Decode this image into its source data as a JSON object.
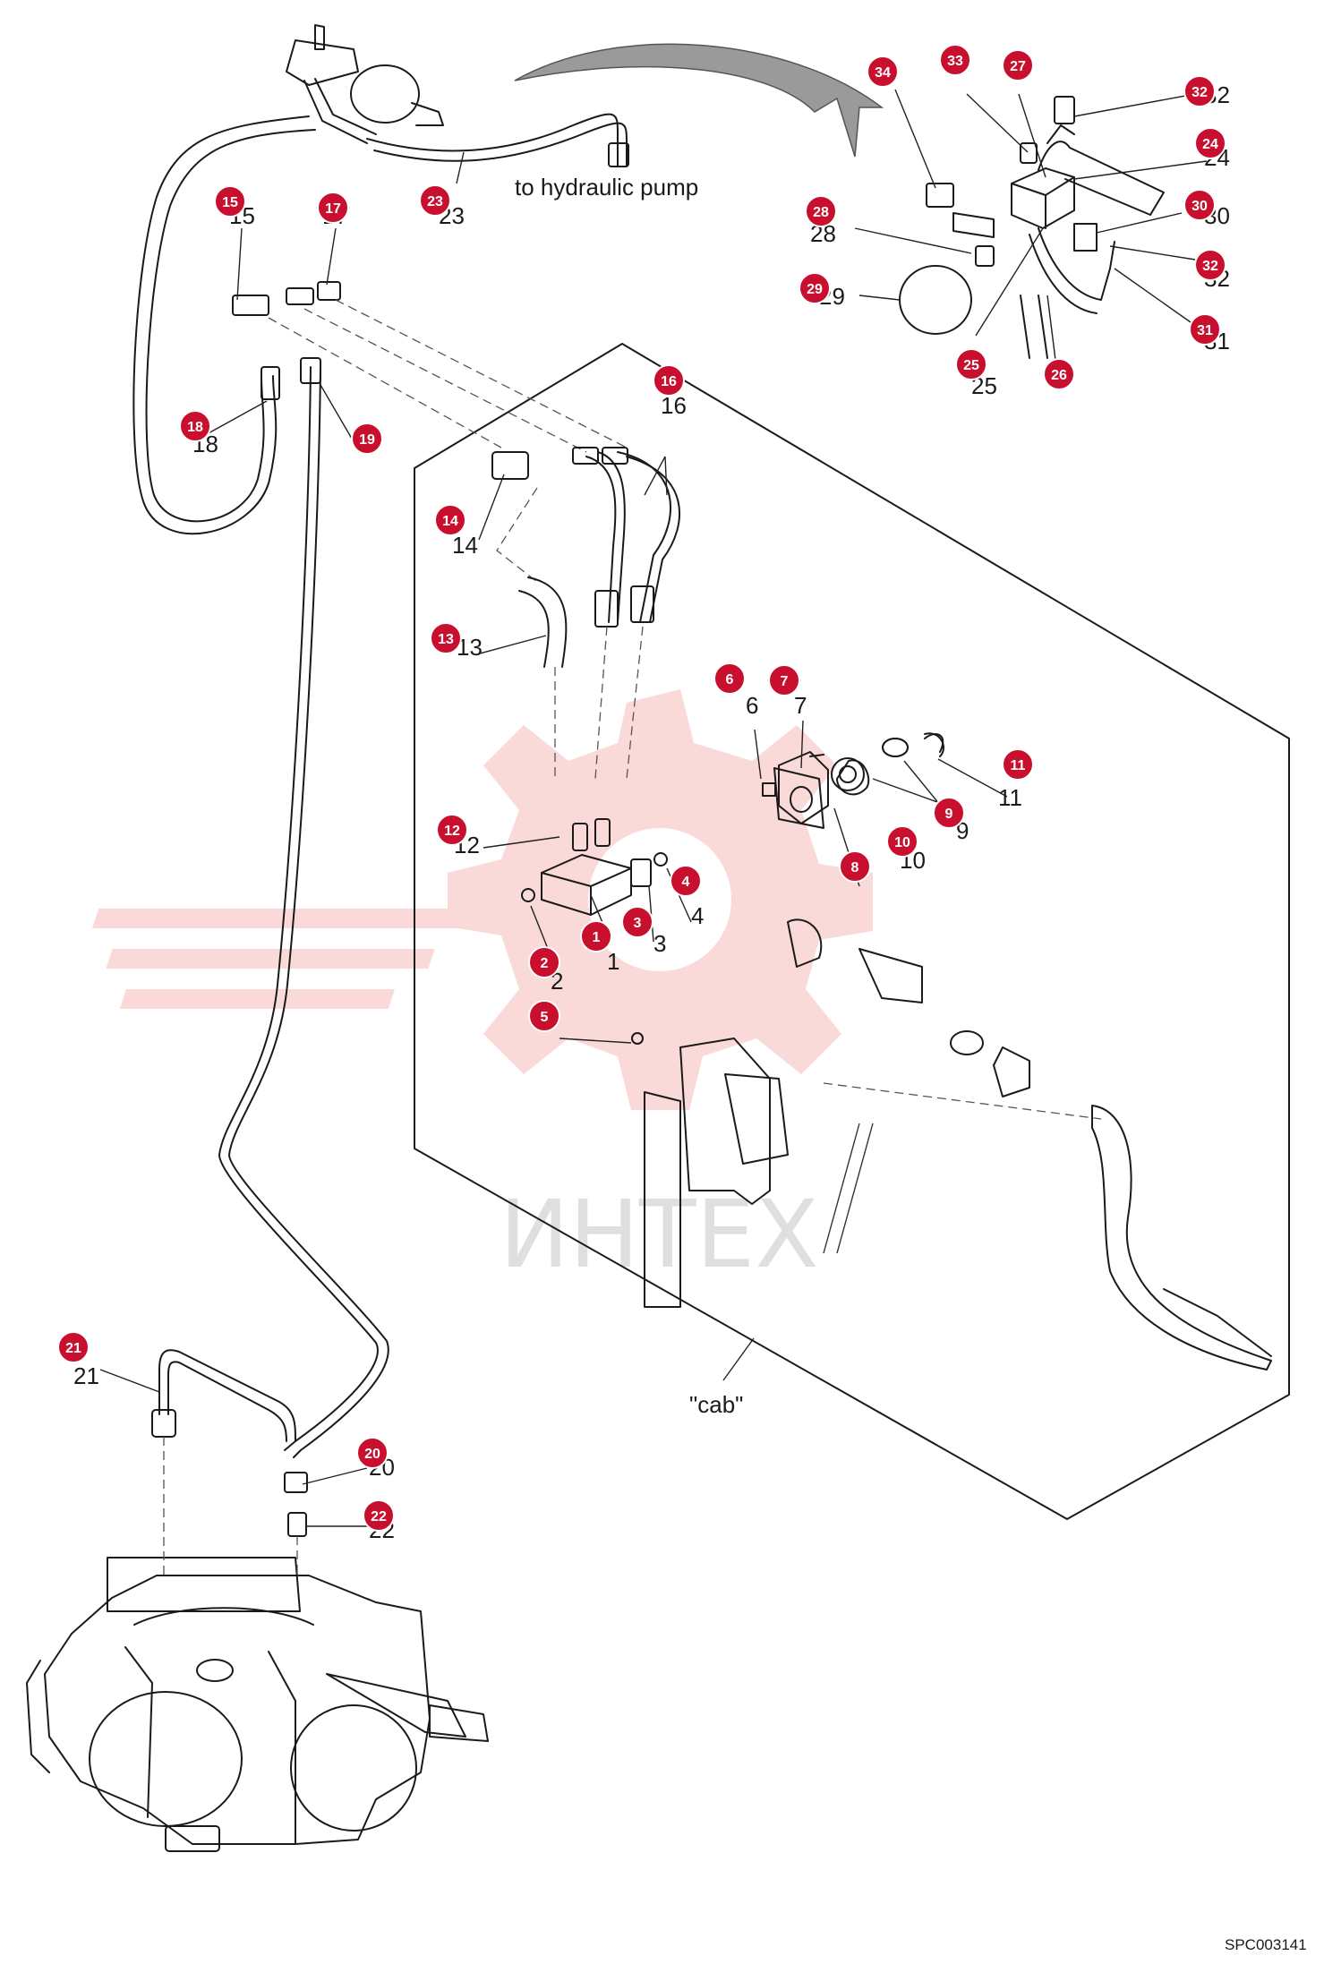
{
  "diagram": {
    "callout_label": "to hydraulic pump",
    "cab_label": "\"cab\"",
    "drawing_reference": "SPC003141",
    "watermark_text": "ИНТЕХ",
    "colors": {
      "badge": "#c8102e",
      "line": "#1a1a1a",
      "watermark": "#f2b6b6"
    },
    "callouts": [
      "1",
      "2",
      "3",
      "4",
      "5",
      "6",
      "7",
      "8",
      "9",
      "10",
      "11",
      "12",
      "13",
      "14",
      "15",
      "16",
      "17",
      "18",
      "19",
      "20",
      "21",
      "22",
      "23",
      "24",
      "25",
      "26",
      "27",
      "28",
      "29",
      "30",
      "31",
      "32",
      "33",
      "34"
    ]
  }
}
